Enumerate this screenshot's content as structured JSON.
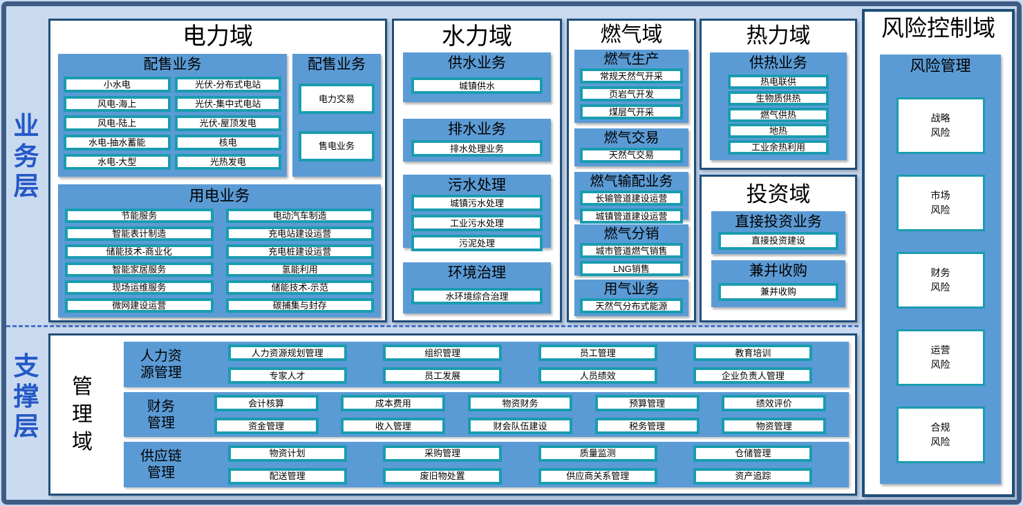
{
  "layers": {
    "business": "业务层",
    "support": "支撑层"
  },
  "colors": {
    "frame": "#3D5C84",
    "canvas_bg": "#C9D9EF",
    "panel_border": "#1F4E79",
    "group_fill": "#5B9BD5",
    "item_border": "#1A9CB0",
    "layer_label": "#2458C8",
    "divider": "#4472C4",
    "text": "#000000"
  },
  "domains": {
    "power": {
      "title": "电力域",
      "gen_group": {
        "title": "配售业务",
        "items": [
          "小水电",
          "光伏-分布式电站",
          "风电-海上",
          "光伏-集中式电站",
          "风电-陆上",
          "光伏-屋顶发电",
          "水电-抽水蓄能",
          "核电",
          "水电-大型",
          "光热发电"
        ]
      },
      "trade_group": {
        "title": "配售业务",
        "items": [
          "电力交易",
          "售电业务"
        ]
      },
      "use_group": {
        "title": "用电业务",
        "items": [
          "节能服务",
          "电动汽车制造",
          "智能表计制造",
          "充电站建设运营",
          "储能技术-商业化",
          "充电桩建设运营",
          "智能家居服务",
          "氢能利用",
          "现场运维服务",
          "储能技术-示范",
          "微网建设运营",
          "碳捕集与封存"
        ]
      }
    },
    "water": {
      "title": "水力域",
      "groups": [
        {
          "title": "供水业务",
          "items": [
            "城镇供水"
          ]
        },
        {
          "title": "排水业务",
          "items": [
            "排水处理业务"
          ]
        },
        {
          "title": "污水处理",
          "items": [
            "城镇污水处理",
            "工业污水处理",
            "污泥处理"
          ]
        },
        {
          "title": "环境治理",
          "items": [
            "水环境综合治理"
          ]
        }
      ]
    },
    "gas": {
      "title": "燃气域",
      "groups": [
        {
          "title": "燃气生产",
          "items": [
            "常规天然气开采",
            "页岩气开发",
            "煤层气开采"
          ]
        },
        {
          "title": "燃气交易",
          "items": [
            "天然气交易"
          ]
        },
        {
          "title": "燃气输配业务",
          "items": [
            "长输管道建设运营",
            "城镇管道建设运营"
          ]
        },
        {
          "title": "燃气分销",
          "items": [
            "城市管道燃气销售",
            "LNG销售"
          ]
        },
        {
          "title": "用气业务",
          "items": [
            "天然气分布式能源"
          ]
        }
      ]
    },
    "heat": {
      "title": "热力域",
      "group": {
        "title": "供热业务",
        "items": [
          "热电联供",
          "生物质供热",
          "燃气供热",
          "地热",
          "工业余热利用"
        ]
      }
    },
    "invest": {
      "title": "投资域",
      "groups": [
        {
          "title": "直接投资业务",
          "items": [
            "直接投资建设"
          ]
        },
        {
          "title": "兼并收购",
          "items": [
            "兼并收购"
          ]
        }
      ]
    },
    "risk": {
      "title": "风险控制域",
      "group": {
        "title": "风险管理",
        "items": [
          [
            "战略",
            "风险"
          ],
          [
            "市场",
            "风险"
          ],
          [
            "财务",
            "风险"
          ],
          [
            "运营",
            "风险"
          ],
          [
            "合规",
            "风险"
          ]
        ]
      }
    },
    "management": {
      "title": "管理域",
      "rows": [
        {
          "label_lines": [
            "人力资",
            "源管理"
          ],
          "columns": [
            [
              "人力资源规划管理",
              "专家人才"
            ],
            [
              "组织管理",
              "员工发展"
            ],
            [
              "员工管理",
              "人员绩效"
            ],
            [
              "教育培训",
              "企业负责人管理"
            ]
          ]
        },
        {
          "label_lines": [
            "财务",
            "管理"
          ],
          "columns": [
            [
              "会计核算",
              "资金管理"
            ],
            [
              "成本费用",
              "收入管理"
            ],
            [
              "物资财务",
              "财会队伍建设"
            ],
            [
              "预算管理",
              "税务管理"
            ],
            [
              "绩效评价",
              "物资管理"
            ]
          ]
        },
        {
          "label_lines": [
            "供应链",
            "管理"
          ],
          "columns": [
            [
              "物资计划",
              "配送管理"
            ],
            [
              "采购管理",
              "废旧物处置"
            ],
            [
              "质量监测",
              "供应商关系管理"
            ],
            [
              "仓储管理",
              "资产追踪"
            ]
          ]
        }
      ]
    }
  }
}
